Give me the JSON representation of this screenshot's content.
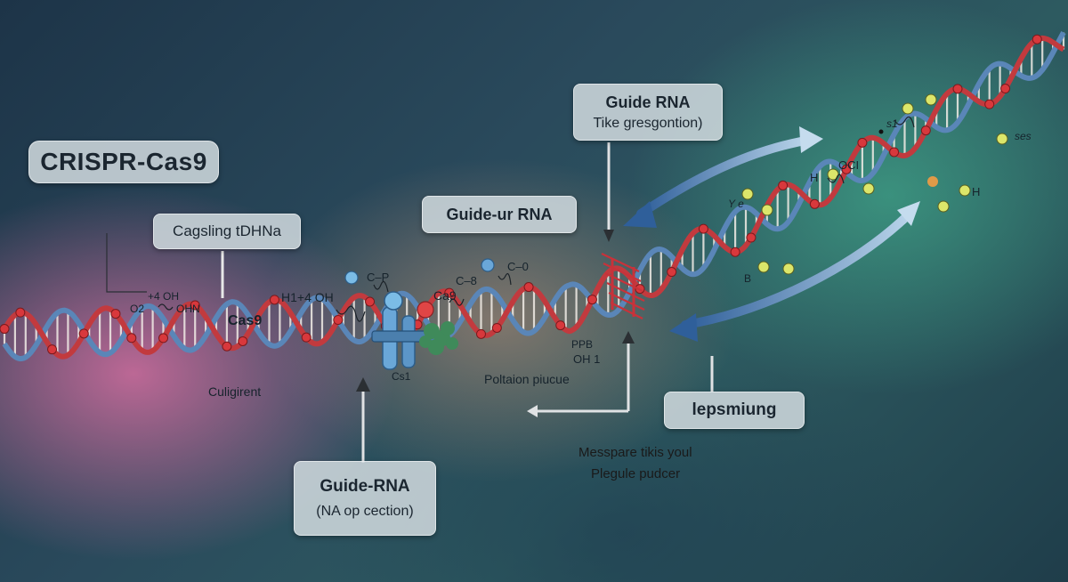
{
  "title": "CRISPR-Cas9",
  "boxes": {
    "cagsling": "Cagsling tDHNa",
    "guide_ur": "Guide-ur RNA",
    "guide_top_l1": "Guide RNA",
    "guide_top_l2": "Tike gresgontion)",
    "guide_bottom_l1": "Guide-RNA",
    "guide_bottom_l2": "(NA op cection)",
    "lepsmiung": "lepsmiung"
  },
  "labels": {
    "o2": "O2",
    "plus4oh": "+4 OH",
    "oh_n": "OHN",
    "cas9": "Cas9",
    "culigirent": "Culigirent",
    "h1oh": "H1+4 OH",
    "c_p": "C–P",
    "ca9": "Ca9",
    "c8": "C–8",
    "c0": "C–0",
    "cs1": "Cs1",
    "ppb": "PPB",
    "oh1": "OH 1",
    "poltaion": "Poltaion piucue",
    "s1": "s1",
    "ses": "ses",
    "oci": "OCI",
    "h_left": "H",
    "ye": "Y e",
    "h_right": "H",
    "b": "B",
    "caption_l1": "Messpare tikis youl",
    "caption_l2": "Plegule pudcer"
  },
  "colors": {
    "strand_blue": "#5a86b8",
    "strand_red": "#c23a3e",
    "bead_red": "#d8383c",
    "molecule_yellow": "#dce66a",
    "arrow_blue": "#4f7fb6"
  }
}
